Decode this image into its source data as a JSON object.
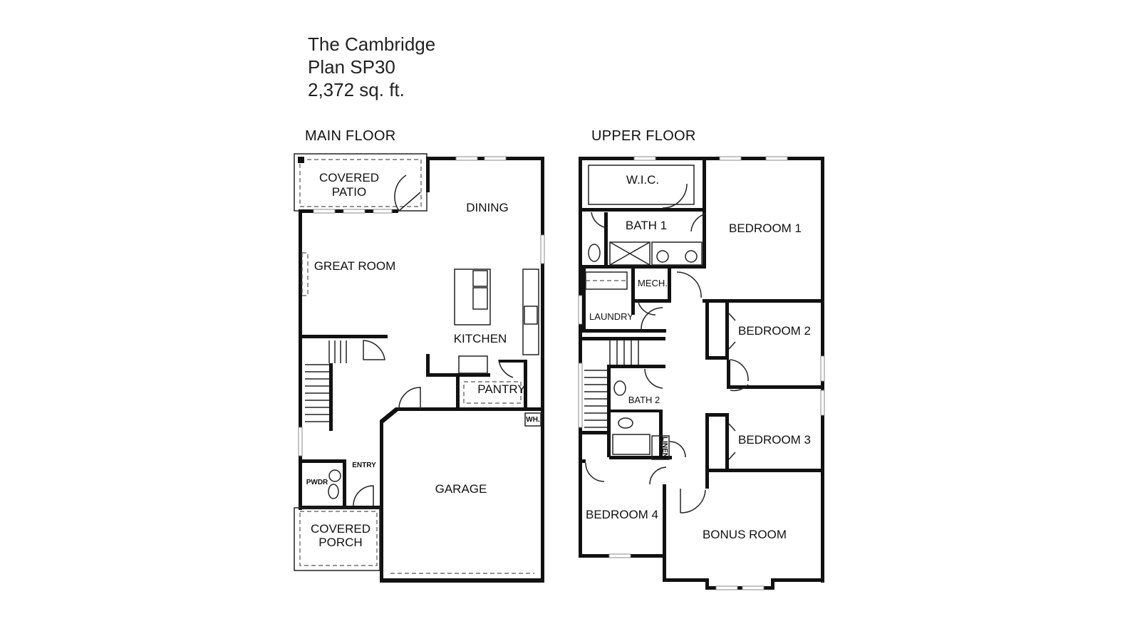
{
  "plan": {
    "name": "The Cambridge",
    "plan_number": "Plan SP30",
    "area": "2,372 sq. ft."
  },
  "main_floor": {
    "label": "MAIN FLOOR",
    "rooms": {
      "covered_patio_1": "COVERED",
      "covered_patio_2": "PATIO",
      "dining": "DINING",
      "great_room": "GREAT ROOM",
      "kitchen": "KITCHEN",
      "pantry": "PANTRY",
      "garage": "GARAGE",
      "wh": "WH.",
      "pwdr": "PWDR",
      "entry": "ENTRY",
      "covered_porch_1": "COVERED",
      "covered_porch_2": "PORCH"
    }
  },
  "upper_floor": {
    "label": "UPPER FLOOR",
    "rooms": {
      "wic": "W.I.C.",
      "bath1": "BATH 1",
      "bedroom1": "BEDROOM 1",
      "mech": "MECH.",
      "laundry": "LAUNDRY",
      "bedroom2": "BEDROOM 2",
      "bath2": "BATH 2",
      "bedroom3": "BEDROOM 3",
      "linen": "LINEN",
      "bedroom4": "BEDROOM 4",
      "bonus_room": "BONUS ROOM"
    }
  }
}
